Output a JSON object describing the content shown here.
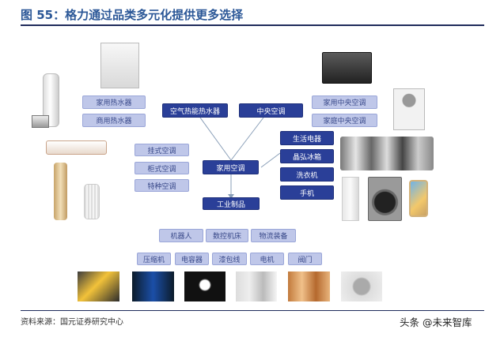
{
  "title": "图 55：格力通过品类多元化提供更多选择",
  "source": "资料来源：国元证券研究中心",
  "watermark": "头条 @未来智库",
  "colors": {
    "title": "#2b5797",
    "dark_box": "#2a3f98",
    "light_box": "#bfc7e9"
  },
  "hub": {
    "main": "家用空调",
    "industrial": "工业制品"
  },
  "categories": {
    "air_water_heater": "空气热能热水器",
    "central_ac": "中央空调"
  },
  "left_ac": [
    "挂式空调",
    "柜式空调",
    "特种空调"
  ],
  "water_heaters": [
    "家用热水器",
    "商用热水器"
  ],
  "central_ac_types": [
    "家用中央空调",
    "家庭中央空调"
  ],
  "appliances": [
    "生活电器",
    "晶弘冰箱",
    "洗衣机",
    "手机"
  ],
  "industrial_row1": [
    "机器人",
    "数控机床",
    "物流装备"
  ],
  "industrial_row2": [
    "压缩机",
    "电容器",
    "漆包线",
    "电机",
    "阀门"
  ]
}
